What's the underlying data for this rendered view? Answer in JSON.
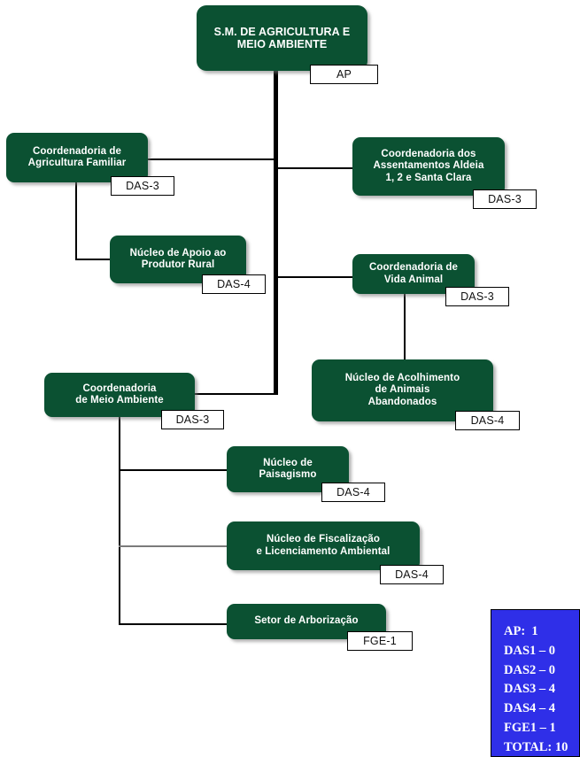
{
  "chart_title": "S.M. DE AGRICULTURA E MEIO AMBIENTE",
  "colors": {
    "node_green": "#0b5132",
    "node_text": "#ffffff",
    "tag_bg": "#ffffff",
    "tag_border": "#000000",
    "legend_bg": "#2f2fe8",
    "legend_text": "#ffffff",
    "line": "#000000",
    "line_grey": "#7b7b7b"
  },
  "nodes": {
    "root": {
      "line1": "S.M. DE AGRICULTURA E",
      "line2": "MEIO AMBIENTE",
      "tag": "AP"
    },
    "agric_familiar": {
      "line1": "Coordenadoria de",
      "line2": "Agricultura Familiar",
      "tag": "DAS-3"
    },
    "assentamentos": {
      "line1": "Coordenadoria dos",
      "line2": "Assentamentos Aldeia",
      "line3": "1, 2 e Santa Clara",
      "tag": "DAS-3"
    },
    "apoio_produtor": {
      "line1": "Núcleo de Apoio ao",
      "line2": "Produtor Rural",
      "tag": "DAS-4"
    },
    "vida_animal": {
      "line1": "Coordenadoria de",
      "line2": "Vida Animal",
      "tag": "DAS-3"
    },
    "acolhimento": {
      "line1": "Núcleo de Acolhimento",
      "line2": "de Animais",
      "line3": "Abandonados",
      "tag": "DAS-4"
    },
    "meio_ambiente": {
      "line1": "Coordenadoria",
      "line2": "de Meio Ambiente",
      "tag": "DAS-3"
    },
    "paisagismo": {
      "line1": "Núcleo de",
      "line2": "Paisagismo",
      "tag": "DAS-4"
    },
    "fiscalizacao": {
      "line1": "Núcleo de Fiscalização",
      "line2": "e Licenciamento Ambiental",
      "tag": "DAS-4"
    },
    "arborizacao": {
      "line1": "Setor de Arborização",
      "tag": "FGE-1"
    }
  },
  "legend": {
    "rows": [
      "AP:  1",
      "DAS1 – 0",
      "DAS2 – 0",
      "DAS3 – 4",
      "DAS4 – 4",
      "FGE1 – 1",
      "TOTAL: 10"
    ]
  },
  "chart_data": {
    "type": "diagram",
    "title": "S.M. DE AGRICULTURA E MEIO AMBIENTE",
    "hierarchy": [
      {
        "name": "S.M. DE AGRICULTURA E MEIO AMBIENTE",
        "code": "AP",
        "children": [
          {
            "name": "Coordenadoria de Agricultura Familiar",
            "code": "DAS-3",
            "children": [
              {
                "name": "Núcleo de Apoio ao Produtor Rural",
                "code": "DAS-4"
              }
            ]
          },
          {
            "name": "Coordenadoria dos Assentamentos Aldeia 1, 2 e Santa Clara",
            "code": "DAS-3"
          },
          {
            "name": "Coordenadoria de Vida Animal",
            "code": "DAS-3",
            "children": [
              {
                "name": "Núcleo de Acolhimento de Animais Abandonados",
                "code": "DAS-4"
              }
            ]
          },
          {
            "name": "Coordenadoria de Meio Ambiente",
            "code": "DAS-3",
            "children": [
              {
                "name": "Núcleo de Paisagismo",
                "code": "DAS-4"
              },
              {
                "name": "Núcleo de Fiscalização e Licenciamento Ambiental",
                "code": "DAS-4"
              },
              {
                "name": "Setor de Arborização",
                "code": "FGE-1"
              }
            ]
          }
        ]
      }
    ],
    "counts": {
      "AP": 1,
      "DAS1": 0,
      "DAS2": 0,
      "DAS3": 4,
      "DAS4": 4,
      "FGE1": 1,
      "TOTAL": 10
    }
  }
}
